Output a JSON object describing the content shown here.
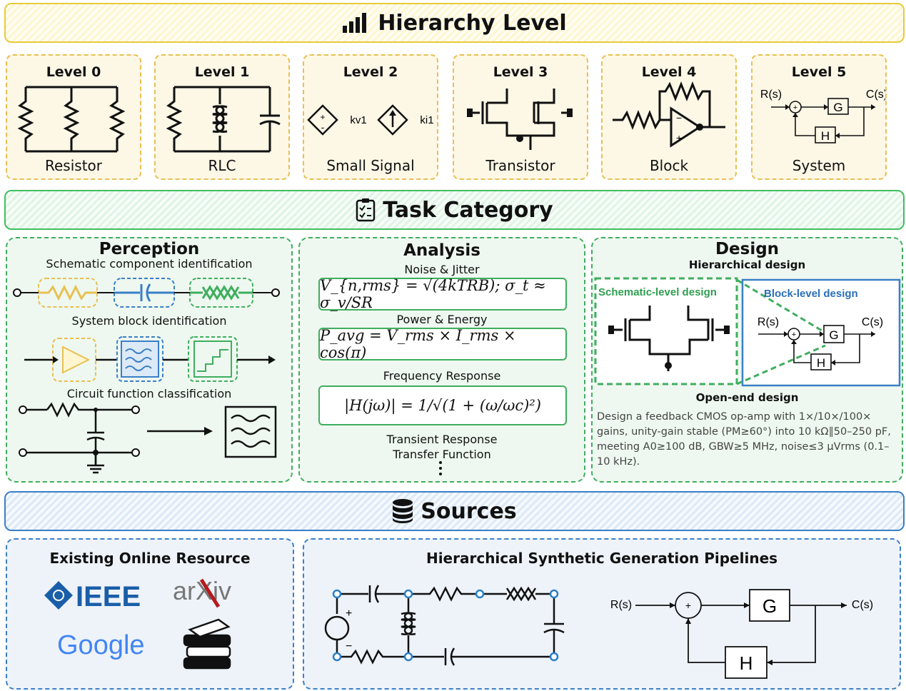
{
  "hierarchy": {
    "title": "Hierarchy Level",
    "levels": [
      {
        "level": "Level 0",
        "name": "Resistor"
      },
      {
        "level": "Level 1",
        "name": "RLC"
      },
      {
        "level": "Level 2",
        "name": "Small Signal",
        "labels": [
          "kv1",
          "ki1"
        ]
      },
      {
        "level": "Level 3",
        "name": "Transistor"
      },
      {
        "level": "Level 4",
        "name": "Block"
      },
      {
        "level": "Level 5",
        "name": "System",
        "labels": [
          "R(s)",
          "C(s)",
          "G",
          "H"
        ]
      }
    ]
  },
  "task": {
    "title": "Task Category",
    "perception": {
      "title": "Perception",
      "items": [
        "Schematic component identification",
        "System block identification",
        "Circuit function classification"
      ]
    },
    "analysis": {
      "title": "Analysis",
      "items": [
        "Noise & Jitter",
        "Power & Energy",
        "Frequency Response",
        "Transient Response",
        "Transfer Function"
      ],
      "equations": [
        "V_{n,rms} = √(4kTRB); σ_t ≈ σ_v/SR",
        "P_avg = V_rms × I_rms × cos(π)",
        "|H(jω)| = 1/√(1 + (ω/ωc)²)"
      ]
    },
    "design": {
      "title": "Design",
      "hierarchical": "Hierarchical design",
      "schematic_level": "Schematic-level design",
      "block_level": "Block-level design",
      "block_labels": [
        "R(s)",
        "C(s)",
        "G",
        "H"
      ],
      "open_end": "Open-end design",
      "open_end_text": "Design a feedback CMOS op-amp with 1×/10×/100× gains, unity-gain stable (PM≥60°) into 10 kΩ∥50–250 pF, meeting A0≥100 dB, GBW≥5 MHz, noise≤3 μVrms (0.1–10 kHz)."
    }
  },
  "sources": {
    "title": "Sources",
    "online": {
      "title": "Existing Online Resource",
      "logos": [
        "IEEE",
        "arXiv",
        "Google"
      ]
    },
    "synthetic": {
      "title": "Hierarchical Synthetic Generation Pipelines",
      "labels": [
        "R(s)",
        "C(s)",
        "G",
        "H"
      ]
    }
  },
  "colors": {
    "yellow": "#e8c052",
    "green": "#3fae5f",
    "blue": "#3a7fc7"
  }
}
